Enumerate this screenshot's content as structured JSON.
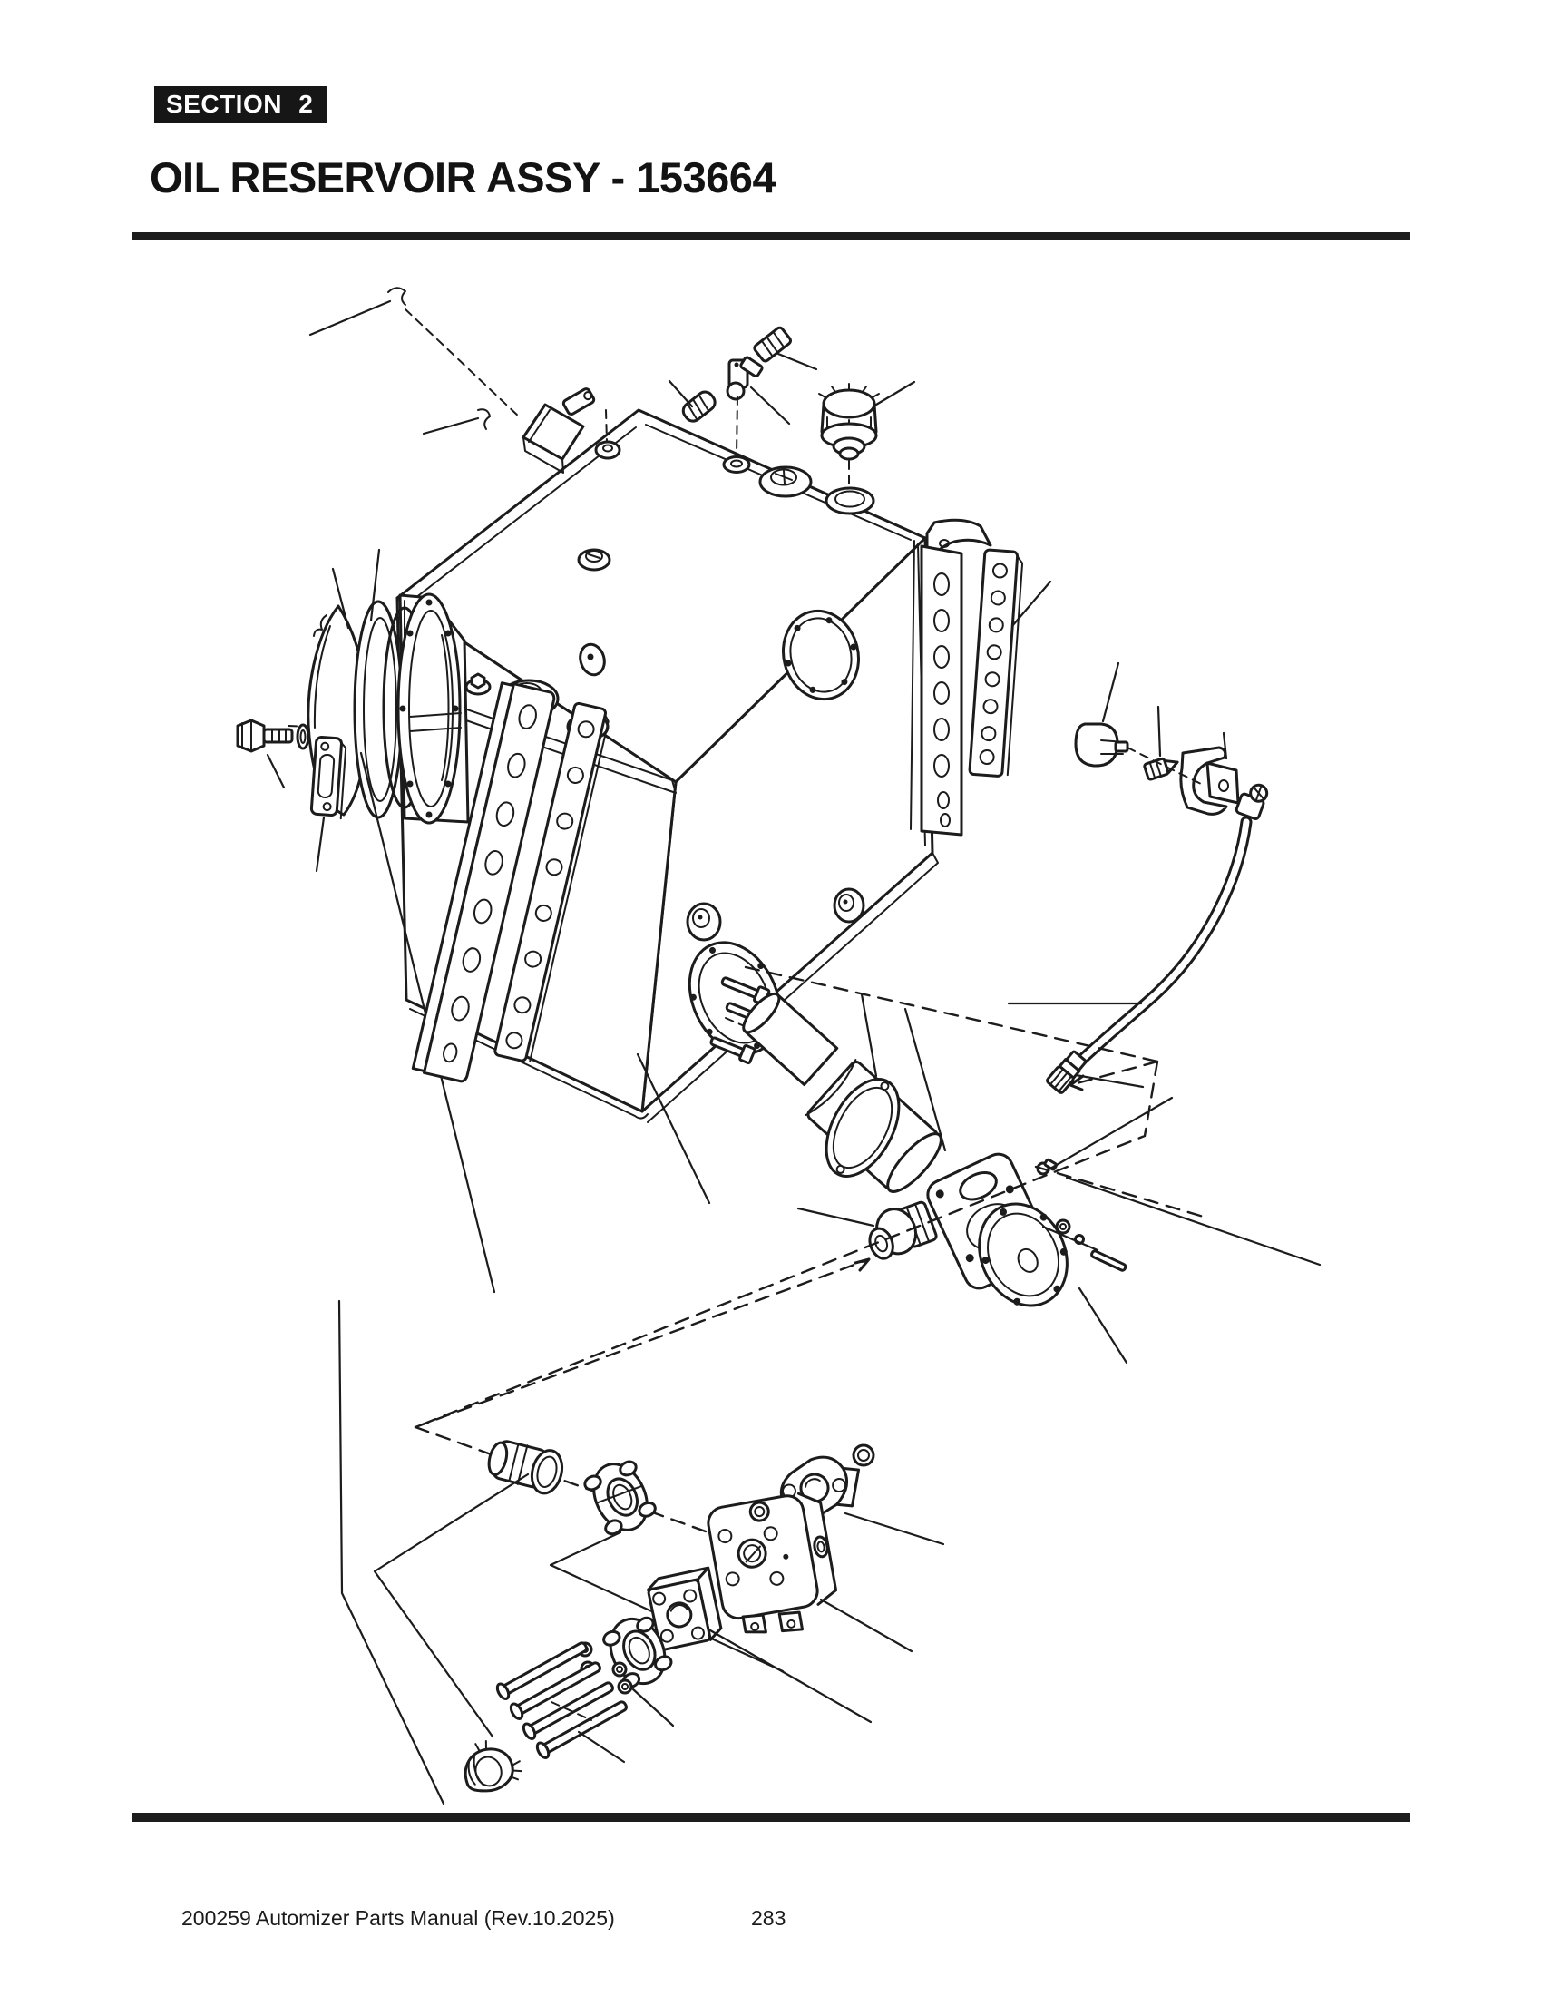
{
  "header": {
    "section_badge": "SECTION 2",
    "title": "OIL RESERVOIR ASSY - 153664"
  },
  "footer": {
    "manual_ref": "200259 Automizer Parts Manual (Rev.10.2025)",
    "page_number": "283"
  },
  "colors": {
    "ink": "#1c1c1c",
    "paper": "#ffffff",
    "badge_bg": "#161616",
    "badge_text": "#ffffff"
  },
  "diagram": {
    "type": "exploded-parts-view",
    "parts": [
      "reservoir-tank",
      "filler-breather-cap",
      "elbow-fitting",
      "straight-fitting",
      "spring-clip",
      "top-ports",
      "mounting-tab",
      "rear-mounting-strap",
      "channel-bracket",
      "filter-screen",
      "clamp-ring",
      "gasket-ring",
      "flange-bolt",
      "lock-washer",
      "sight-gauge",
      "suction-flange-cover",
      "suction-tube",
      "o-ring-gasket",
      "union-elbow",
      "pump-head-flange",
      "grease-fitting",
      "return-hose",
      "rubber-bumper",
      "check-valve-nipple",
      "hose-clamp-bracket",
      "quick-coupler",
      "split-flange-clamp",
      "pump-mounting-flange",
      "gear-pump",
      "port-block",
      "mounting-studs",
      "o-rings",
      "protective-boot"
    ]
  }
}
